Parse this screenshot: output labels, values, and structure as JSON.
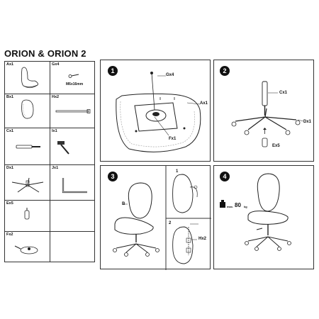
{
  "title": "ORION & ORION 2",
  "parts": {
    "ax": "Ax1",
    "gx": "Gx4",
    "gx_spec": "M6x16mm",
    "bx": "Bx1",
    "hx": "Hx2",
    "cx": "Cx1",
    "ix": "Ix1",
    "dx": "Dx1",
    "jx": "Jx1",
    "ex": "Ex5",
    "fx": "Fx2"
  },
  "steps": {
    "s1": {
      "num": "1",
      "gx": "Gx4",
      "ax": "Ax1",
      "fx": "Fx1"
    },
    "s2": {
      "num": "2",
      "cx": "Cx1",
      "dx": "Dx1",
      "ex": "Ex5"
    },
    "s3": {
      "num": "3",
      "b": "B",
      "sub1": "1",
      "sub2": "2",
      "hx": "Hx2"
    },
    "s4": {
      "num": "4",
      "weight": "80",
      "max": "max.",
      "unit": "kg"
    }
  }
}
